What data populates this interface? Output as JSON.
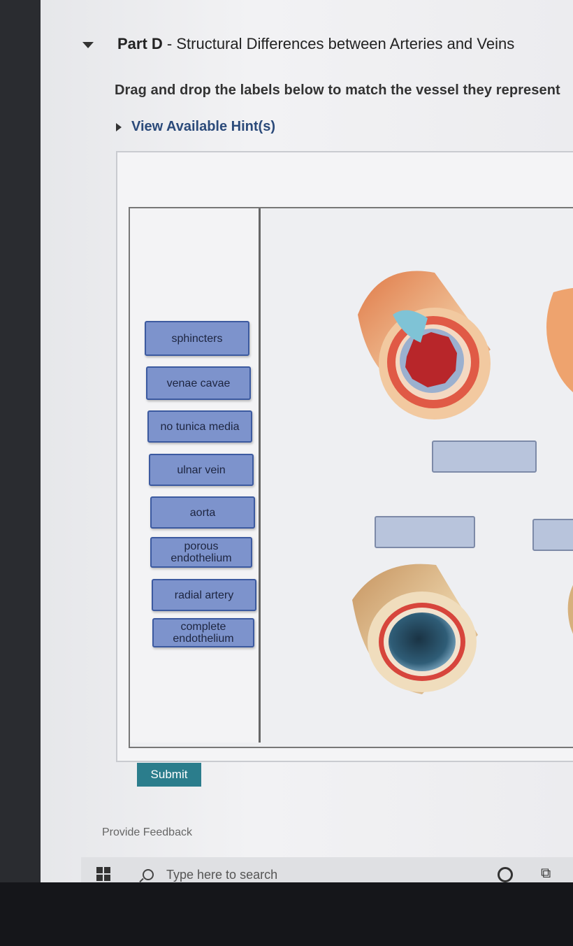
{
  "part": {
    "prefix": "Part D",
    "separator": " - ",
    "title": "Structural Differences between Arteries and Veins"
  },
  "instructions": "Drag and drop the labels below to match the vessel they represent",
  "hint_label": "View Available Hint(s)",
  "labels": [
    "sphincters",
    "venae cavae",
    "no tunica media",
    "ulnar vein",
    "aorta",
    "porous endothelium",
    "radial artery",
    "complete endothelium"
  ],
  "images": [
    "artery-cross-section-illustration",
    "vein-cross-section-illustration"
  ],
  "submit_label": "Submit",
  "feedback_label": "Provide Feedback",
  "taskbar": {
    "search_placeholder": "Type here to search"
  },
  "colors": {
    "label_fill": "#7d93cc",
    "label_border": "#3c5aa0",
    "drop_target": "#b8c4dc",
    "submit": "#2b7d8c",
    "hint_link": "#2b4a7a"
  }
}
